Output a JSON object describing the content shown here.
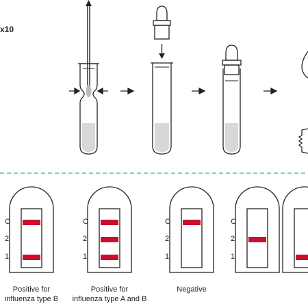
{
  "procedure": {
    "repeat_label": "x10",
    "colors": {
      "ink": "#222222",
      "sample": "#d8d8d8",
      "squeeze": "#bbbbbb",
      "divider": "#55b7d4"
    },
    "icons": [
      "arrow-up-icon",
      "arrow-right-icon",
      "arrow-down-icon",
      "swab-icon",
      "tube-icon",
      "dropper-cap-icon",
      "capped-tube-icon"
    ]
  },
  "results": {
    "line_color": "#c8102e",
    "line_labels": [
      "C",
      "2",
      "1"
    ],
    "cassettes": [
      {
        "caption": [
          "Positive for",
          "influenza type B"
        ],
        "show_labels": true,
        "lines": [
          "C",
          "1"
        ]
      },
      {
        "caption": [
          "Positive for",
          "influenza type A and B"
        ],
        "show_labels": true,
        "lines": [
          "C",
          "2",
          "1"
        ]
      },
      {
        "caption": [
          "Negative"
        ],
        "show_labels": true,
        "lines": [
          "C"
        ]
      },
      {
        "caption": [],
        "show_labels": true,
        "lines": [
          "2"
        ]
      },
      {
        "caption": [],
        "show_labels": false,
        "lines": [
          "1"
        ]
      }
    ]
  }
}
